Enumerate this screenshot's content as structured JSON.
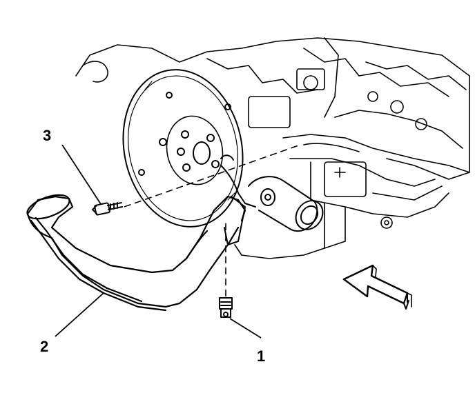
{
  "figure": {
    "callouts": [
      {
        "id": "1",
        "text": "1"
      },
      {
        "id": "2",
        "text": "2"
      },
      {
        "id": "3",
        "text": "3"
      }
    ],
    "colors": {
      "ink": "#000000",
      "paper": "#ffffff",
      "shade": "#e6e6e6"
    }
  }
}
